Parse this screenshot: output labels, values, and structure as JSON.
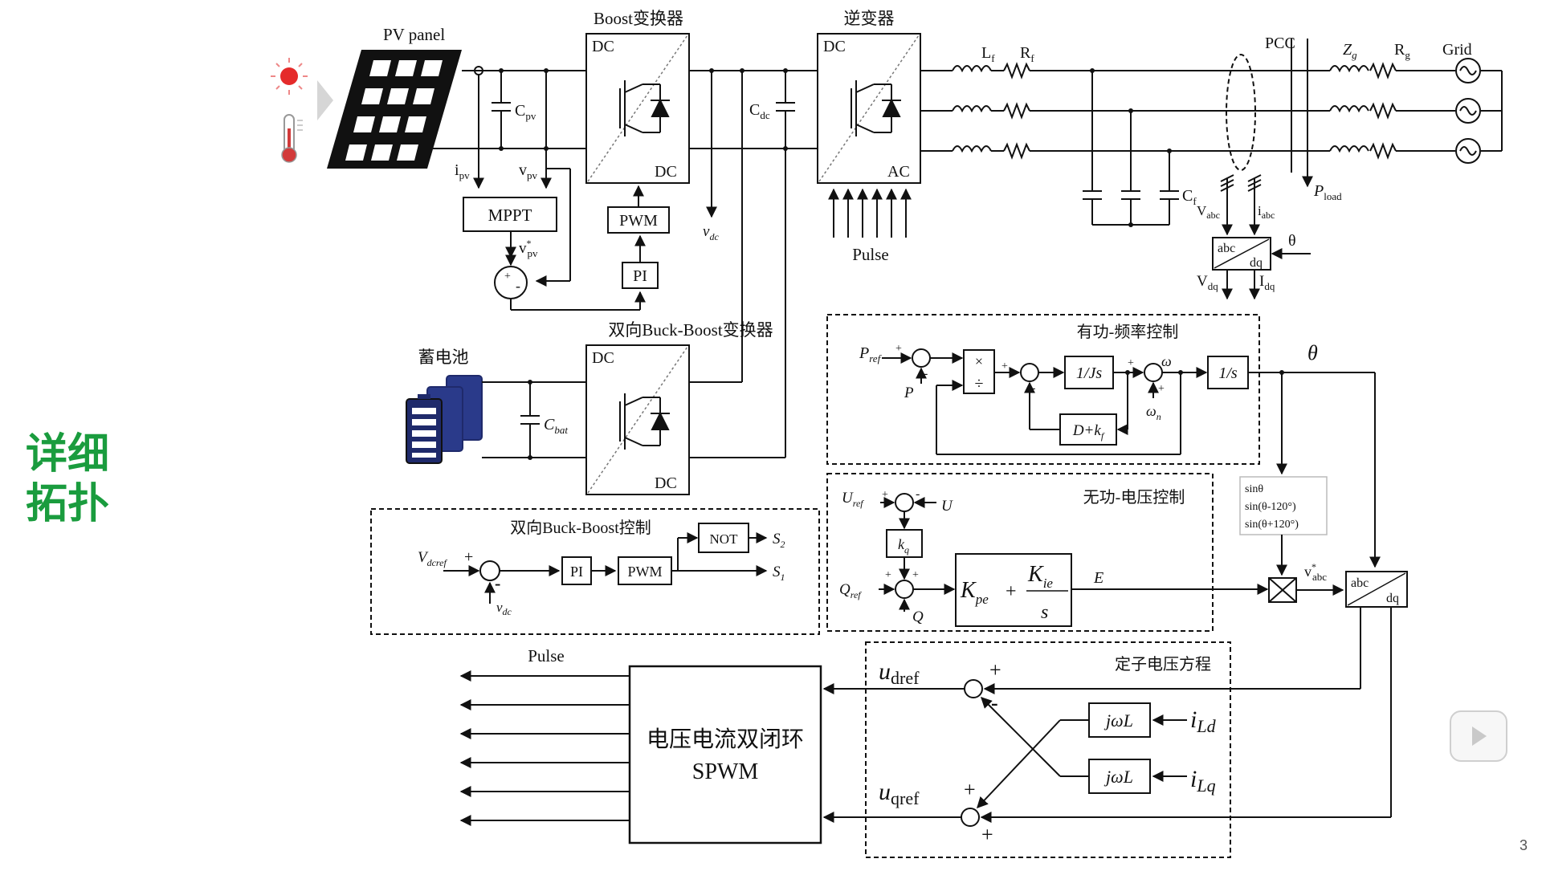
{
  "page": {
    "side_title_line1": "详细",
    "side_title_line2": "拓扑",
    "page_number": "3"
  },
  "labels": {
    "pv_panel": "PV panel",
    "boost_title": "Boost变换器",
    "inverter_title": "逆变器",
    "dc": "DC",
    "ac": "AC",
    "cpv": "C",
    "cpv_sub": "pv",
    "cdc": "C",
    "cdc_sub": "dc",
    "ipv": "i",
    "ipv_sub": "pv",
    "vpv": "v",
    "vpv_sub": "pv",
    "mppt": "MPPT",
    "pwm": "PWM",
    "pi": "PI",
    "vpv_star": "v",
    "vpv_star_sup": "*",
    "vpv_star_sub": "pv",
    "vdc": "v",
    "vdc_sub": "dc",
    "pulse": "Pulse",
    "lf": "L",
    "lf_sub": "f",
    "rf": "R",
    "rf_sub": "f",
    "pcc": "PCC",
    "zg": "Z",
    "zg_sub": "g",
    "rg": "R",
    "rg_sub": "g",
    "grid": "Grid",
    "cf": "C",
    "cf_sub": "f",
    "vabc_meas": "V",
    "vabc_meas_sub": "abc",
    "iabc_meas": "i",
    "iabc_meas_sub": "abc",
    "pload": "P",
    "pload_sub": "load",
    "abc": "abc",
    "dq": "dq",
    "theta": "θ",
    "vdq": "V",
    "vdq_sub": "dq",
    "idq": "I",
    "idq_sub": "dq",
    "bidir_title": "双向Buck-Boost变换器",
    "battery": "蓄电池",
    "cbat": "C",
    "cbat_sub": "bat",
    "pf_title": "有功-频率控制",
    "pref": "P",
    "pref_sub": "ref",
    "p": "P",
    "mul": "×",
    "div": "÷",
    "one_over_js": "1/Js",
    "one_over_s": "1/s",
    "d_plus_kf": "D+k",
    "kf_sub": "f",
    "omega": "ω",
    "omega_n": "ω",
    "omega_n_sub": "n",
    "theta_big": "θ",
    "qv_title": "无功-电压控制",
    "uref": "U",
    "uref_sub": "ref",
    "u": "U",
    "kq": "k",
    "kq_sub": "q",
    "qref": "Q",
    "qref_sub": "ref",
    "q": "Q",
    "kpe": "K",
    "kpe_sub": "pe",
    "plus": "+",
    "kie": "K",
    "kie_sub": "ie",
    "s": "s",
    "e": "E",
    "sin_line1": "sinθ",
    "sin_line2": "sin(θ-120°)",
    "sin_line3": "sin(θ+120°)",
    "vabc_star": "v",
    "vabc_star_sup": "*",
    "vabc_star_sub": "abc",
    "bb_ctrl_title": "双向Buck-Boost控制",
    "vdcref": "V",
    "vdcref_sub": "dcref",
    "not": "NOT",
    "s2": "S",
    "s2_sub": "2",
    "s1": "S",
    "s1_sub": "1",
    "vdc_fb": "v",
    "vdc_fb_sub": "dc",
    "pulse_out": "Pulse",
    "spwm_line1": "电压电流双闭环",
    "spwm_line2": "SPWM",
    "stator_title": "定子电压方程",
    "udref": "u",
    "udref_sub": "dref",
    "uqref": "u",
    "uqref_sub": "qref",
    "jwl": "jωL",
    "ild": "i",
    "ild_sub": "Ld",
    "ilq": "i",
    "ilq_sub": "Lq",
    "minus": "-"
  },
  "colors": {
    "accent_green": "#1a9c3e",
    "sun_red": "#e52b2b",
    "thermo_red": "#d23a3a",
    "battery_navy": "#1f2a6b"
  },
  "icons": [
    "sun-icon",
    "thermometer-icon",
    "pv-panel-icon",
    "battery-icon",
    "ac-source-icon",
    "play-icon"
  ]
}
